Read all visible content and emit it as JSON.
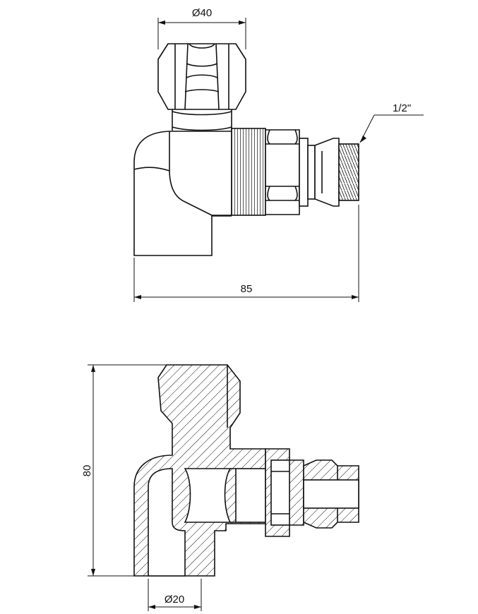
{
  "top_view": {
    "dim_knob_diameter": "Ø40",
    "dim_thread": "1/2\"",
    "dim_length": "85"
  },
  "section_view": {
    "dim_height": "80",
    "dim_socket_diameter": "Ø20"
  }
}
